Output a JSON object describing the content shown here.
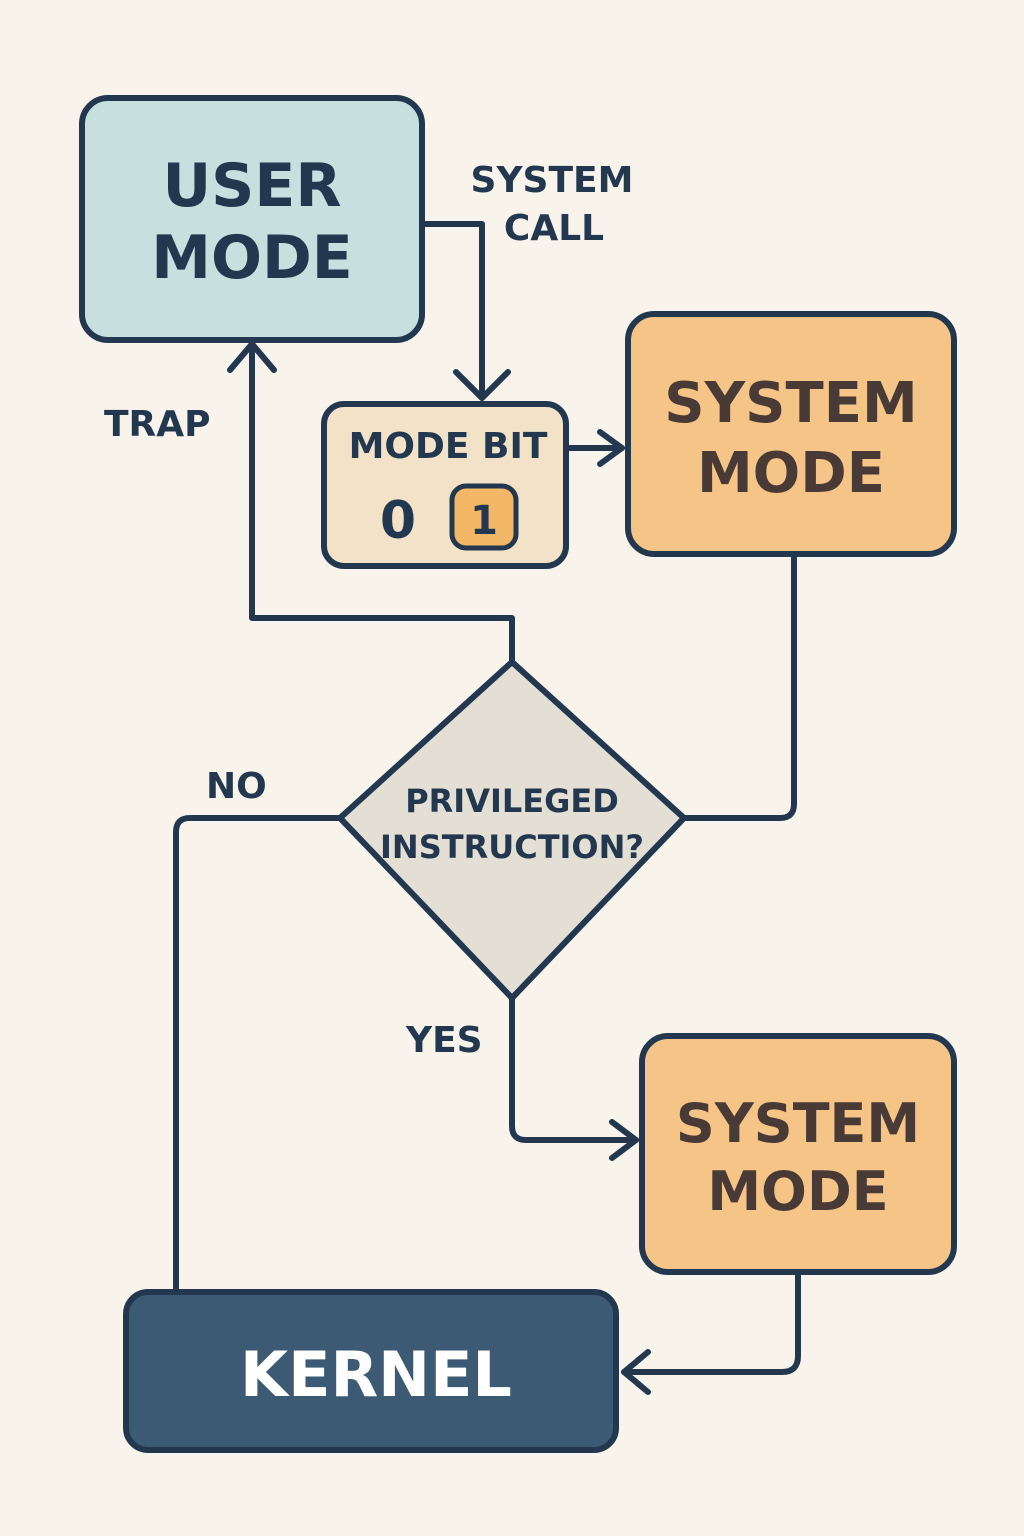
{
  "nodes": {
    "user_mode": {
      "line1": "USER",
      "line2": "MODE",
      "fill": "#c5e0df"
    },
    "mode_bit": {
      "title": "MODE BIT",
      "bit_off": "0",
      "bit_on": "1",
      "fill": "#f2e3c8",
      "highlight": "#f2b867"
    },
    "system_mode_top": {
      "line1": "SYSTEM",
      "line2": "MODE",
      "fill": "#f4c587"
    },
    "decision": {
      "line1": "PRIVILEGED",
      "line2": "INSTRUCTION?",
      "fill": "#e3dfd4"
    },
    "system_mode_bottom": {
      "line1": "SYSTEM",
      "line2": "MODE",
      "fill": "#f4c587"
    },
    "kernel": {
      "label": "KERNEL",
      "fill": "#3c5a74"
    }
  },
  "edges": {
    "system_call": {
      "line1": "SYSTEM",
      "line2": "CALL"
    },
    "trap": {
      "label": "TRAP"
    },
    "no": {
      "label": "NO"
    },
    "yes": {
      "label": "YES"
    }
  },
  "colors": {
    "stroke": "#23384f",
    "background": "#f8f4ec",
    "box_text_dark": "#4a3a36",
    "kernel_text": "#ffffff"
  }
}
